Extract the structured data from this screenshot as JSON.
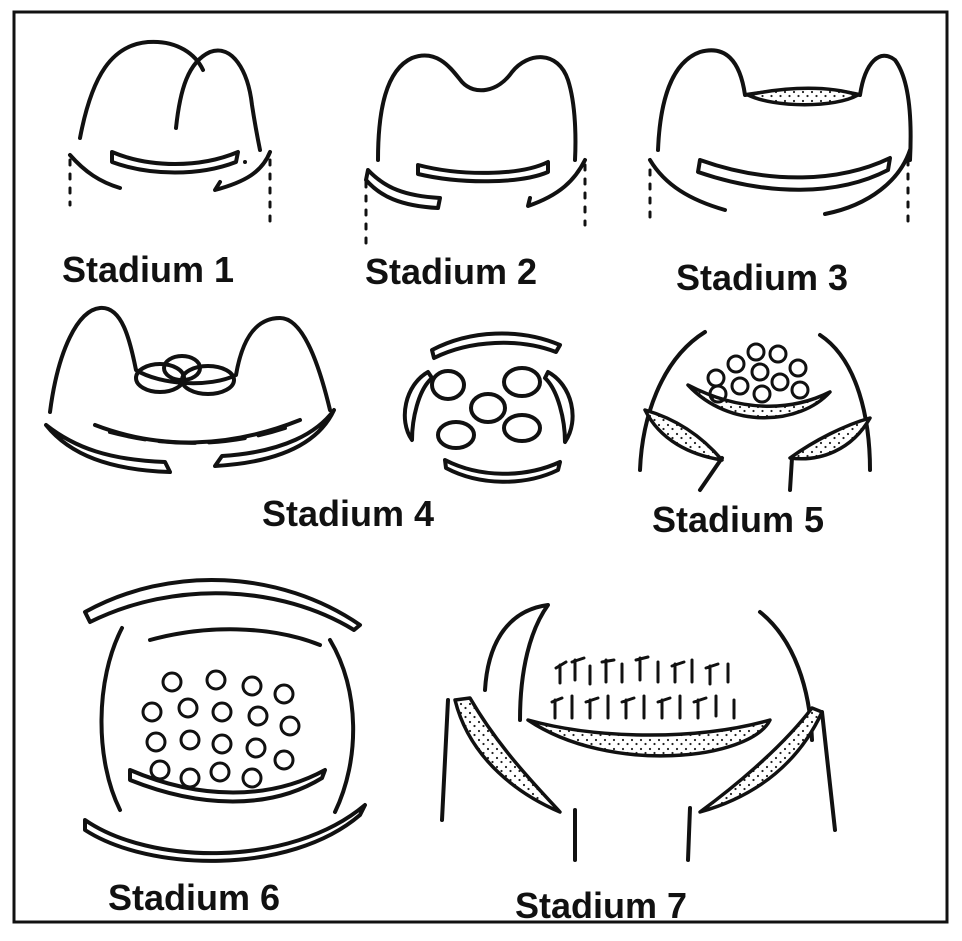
{
  "figure": {
    "stages": [
      {
        "label": "Stadium 1"
      },
      {
        "label": "Stadium 2"
      },
      {
        "label": "Stadium 3"
      },
      {
        "label": "Stadium 4"
      },
      {
        "label": "Stadium 5"
      },
      {
        "label": "Stadium 6"
      },
      {
        "label": "Stadium 7"
      }
    ]
  }
}
